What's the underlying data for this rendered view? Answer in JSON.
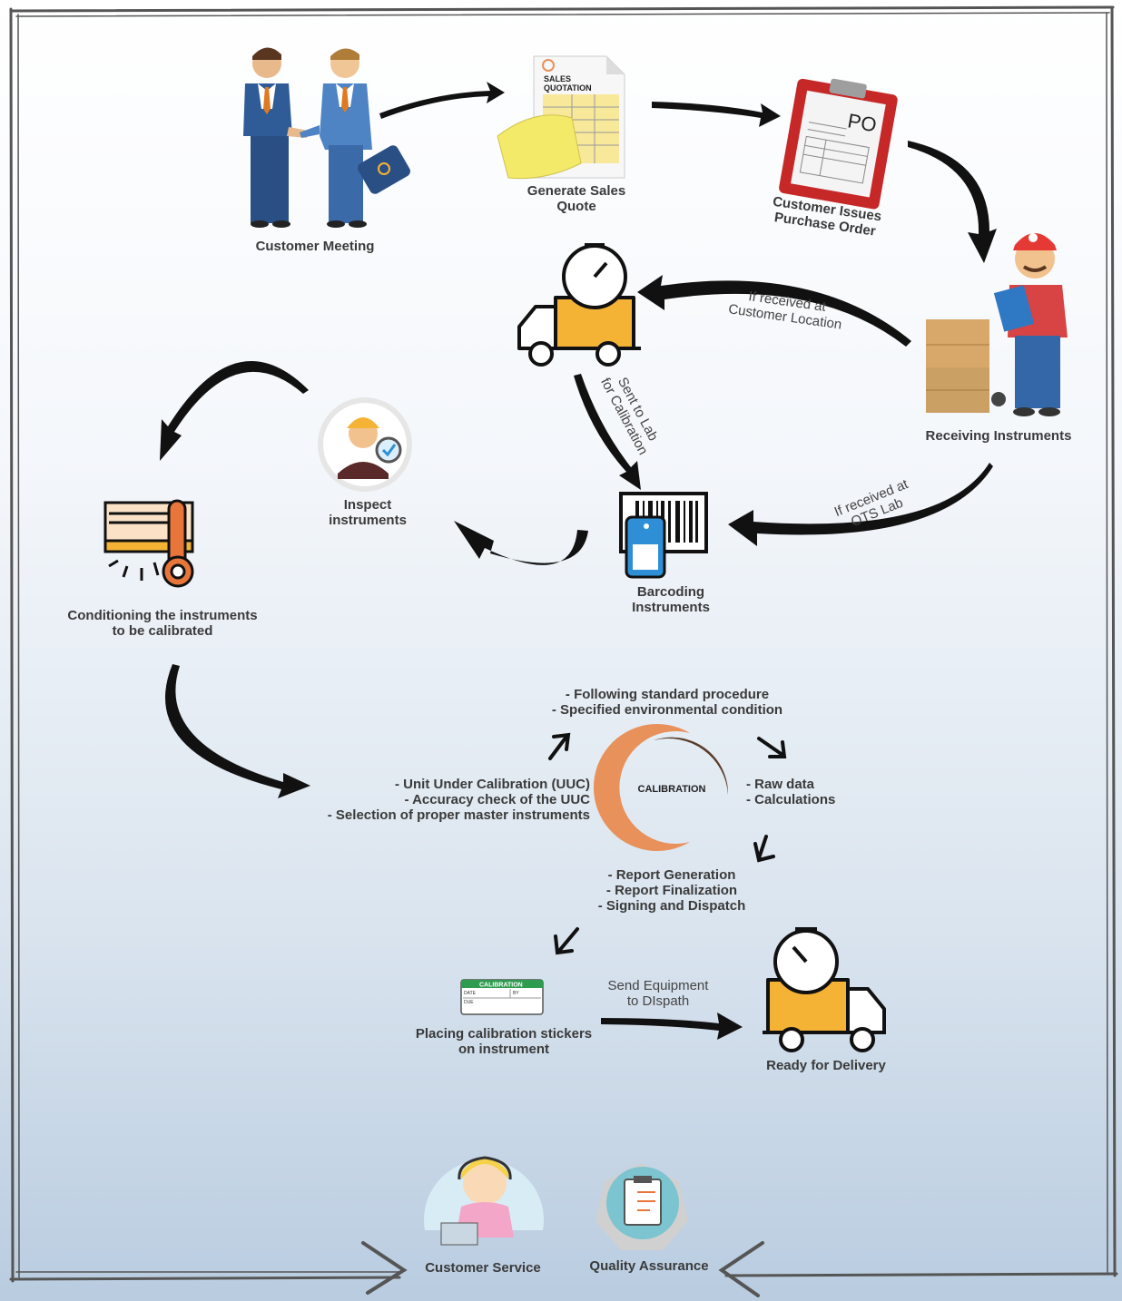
{
  "nodes": {
    "customer_meeting": "Customer Meeting",
    "generate_quote": "Generate Sales\nQuote",
    "sales_quotation_doc": "SALES\nQUOTATION",
    "purchase_order": "Customer Issues\nPurchase Order",
    "po_text": "PO",
    "receiving": "Receiving Instruments",
    "barcoding": "Barcoding\nInstruments",
    "inspect": "Inspect\ninstruments",
    "conditioning": "Conditioning the instruments\nto be calibrated",
    "calibration_center": "CALIBRATION",
    "uuc_steps": "- Unit Under Calibration (UUC)\n- Accuracy check of the UUC\n- Selection of proper master instruments",
    "procedure_steps": "- Following  standard procedure\n- Specified environmental condition",
    "raw_data_steps": "- Raw data\n- Calculations",
    "report_steps": "- Report Generation\n- Report Finalization\n- Signing and Dispatch",
    "stickers": "Placing calibration stickers\non instrument",
    "sticker_title": "CALIBRATION",
    "sticker_date": "DATE",
    "sticker_by": "BY",
    "sticker_due": "DUE",
    "ready_delivery": "Ready for Delivery",
    "customer_service": "Customer Service",
    "quality_assurance": "Quality Assurance"
  },
  "edges": {
    "customer_location": "If received at\nCustomer Location",
    "ots_lab": "If received at\nOTS Lab",
    "sent_to_lab": "Sent to Lab\nfor Calibration",
    "send_dispatch": "Send Equipment\nto DIspath"
  },
  "colors": {
    "accent_orange": "#f5b335",
    "calib_orange": "#e8915a",
    "calib_brown": "#5a3c2a",
    "frame": "#555555",
    "suit_blue": "#3f6fa8",
    "po_red": "#c62828",
    "barcode_blue": "#2e8fd6",
    "sticker_green": "#2e9b4f"
  },
  "icons": [
    "handshake-icon",
    "sales-quote-icon",
    "purchase-order-icon",
    "delivery-man-icon",
    "timer-truck-icon",
    "barcode-scanner-icon",
    "inspector-icon",
    "conditioning-icon",
    "calibration-ring-icon",
    "calibration-sticker-icon",
    "delivery-truck-icon",
    "support-agent-icon",
    "qa-clipboard-icon"
  ]
}
